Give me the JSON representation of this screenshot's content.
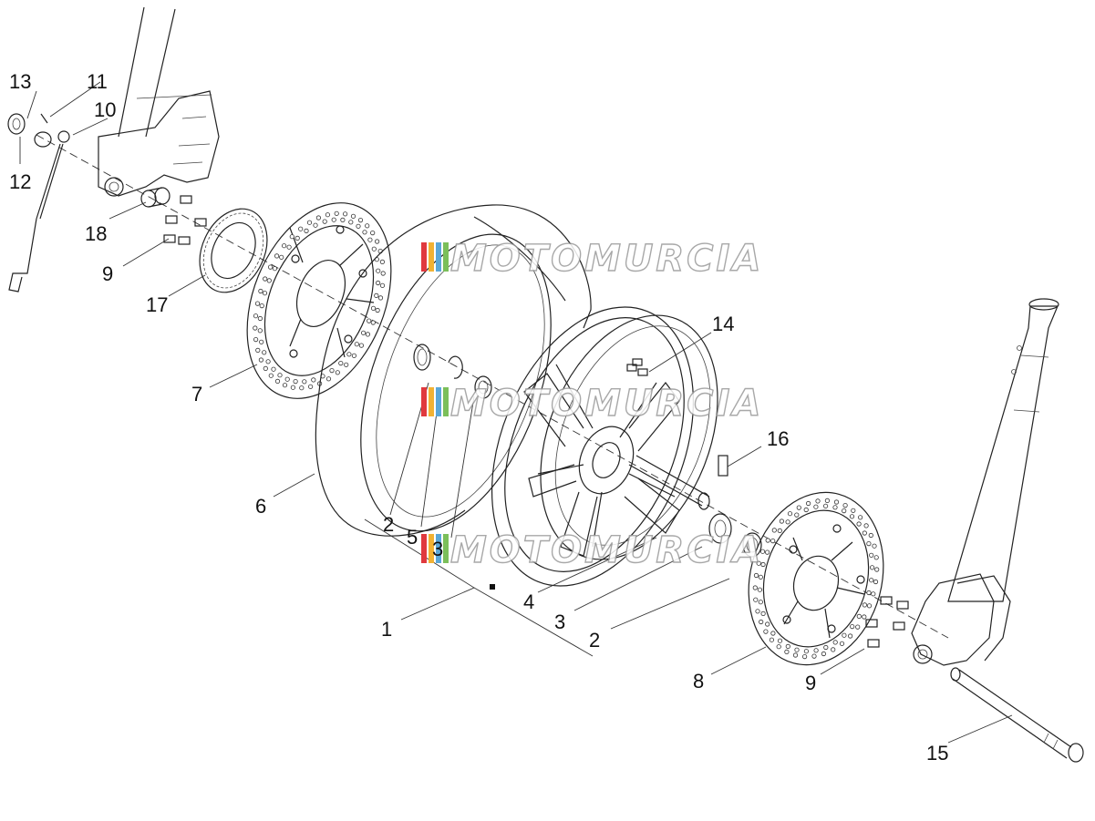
{
  "callouts": {
    "c1": "1",
    "c2a": "2",
    "c2b": "2",
    "c3a": "3",
    "c3b": "3",
    "c4": "4",
    "c5": "5",
    "c6": "6",
    "c7": "7",
    "c8": "8",
    "c9a": "9",
    "c9b": "9",
    "c10": "10",
    "c11": "11",
    "c12": "12",
    "c13": "13",
    "c14": "14",
    "c15": "15",
    "c16": "16",
    "c17": "17",
    "c18": "18"
  },
  "watermark": {
    "text": "MOTOMURCIA",
    "colors": [
      "#e0393e",
      "#f2b233",
      "#5aa7d8",
      "#7bbf5a"
    ]
  }
}
